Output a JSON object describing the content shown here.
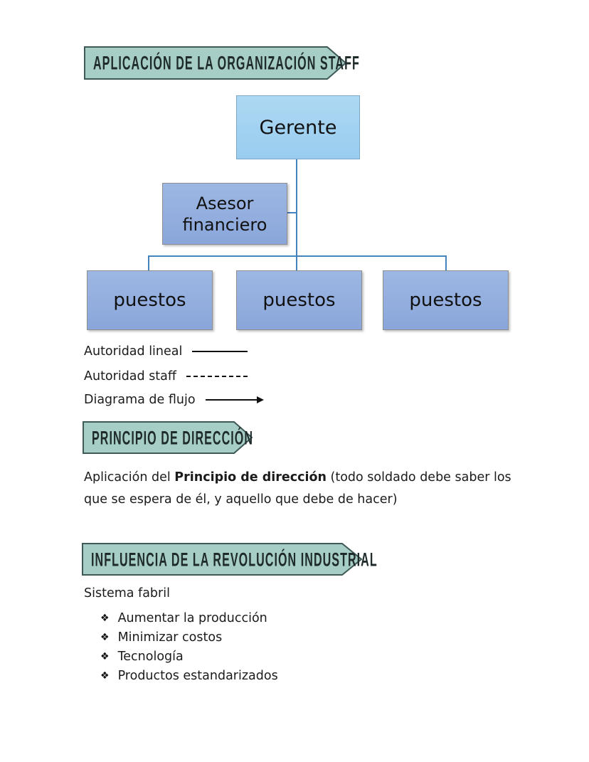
{
  "banners": [
    {
      "label": "APLICACIÓN DE LA ORGANIZACIÓN STAFF"
    },
    {
      "label": "PRINCIPIO DE DIRECCIÓN"
    },
    {
      "label": "INFLUENCIA DE LA REVOLUCIÓN INDUSTRIAL"
    }
  ],
  "org_chart": {
    "root_label": "Gerente",
    "staff_label": "Asesor financiero",
    "children": [
      "puestos",
      "puestos",
      "puestos"
    ]
  },
  "legend": {
    "items": [
      {
        "label": "Autoridad lineal",
        "line_style": "solid"
      },
      {
        "label": "Autoridad staff",
        "line_style": "dashed"
      },
      {
        "label": "Diagrama de flujo",
        "line_style": "arrow"
      }
    ]
  },
  "direccion": {
    "prefix": "Aplicación del ",
    "bold": "Principio de dirección",
    "suffix": " (todo soldado debe saber los que se espera de él, y aquello que debe de hacer)"
  },
  "revolucion": {
    "heading": "Sistema fabril",
    "bullet_char": "❖",
    "items": [
      "Aumentar la producción",
      "Minimizar costos",
      "Tecnología",
      "Productos estandarizados"
    ]
  },
  "colors": {
    "banner_fill": "#a6cec6",
    "banner_border": "#3f5956",
    "gerente_fill": "#a0d3f1",
    "gerente_border": "#7ba7c9",
    "staff_fill": "#8faadc",
    "staff_border": "#8e8e8e",
    "connector": "#4383be",
    "text": "#1b1b1b"
  }
}
